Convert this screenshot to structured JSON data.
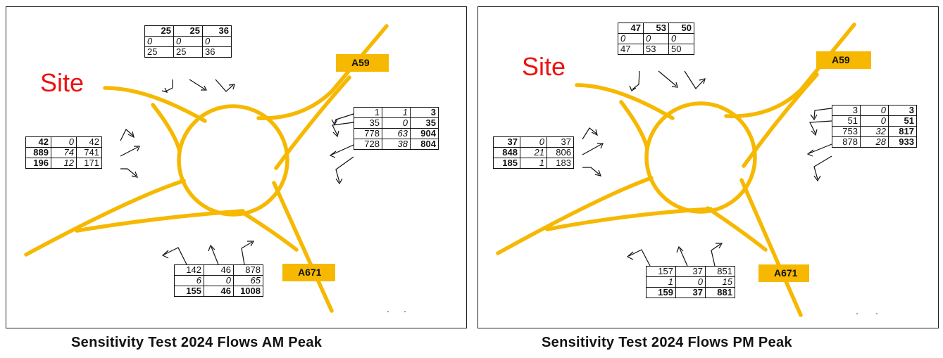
{
  "colors": {
    "road": "#f6b800",
    "site_label": "#ee1111",
    "plate": "#f6b800"
  },
  "panels": [
    {
      "site_label": "Site",
      "road_labels": [
        "A59",
        "A671"
      ],
      "caption": "Sensitivity Test 2024 Flows AM Peak",
      "north": {
        "rows": [
          [
            "25",
            "25",
            "36"
          ],
          [
            "0",
            "0",
            "0"
          ],
          [
            "25",
            "25",
            "36"
          ]
        ]
      },
      "east": {
        "rows": [
          [
            "1",
            "1",
            "3"
          ],
          [
            "35",
            "0",
            "35"
          ],
          [
            "778",
            "63",
            "904"
          ],
          [
            "728",
            "38",
            "804"
          ]
        ]
      },
      "west": {
        "rows": [
          [
            "42",
            "0",
            "42"
          ],
          [
            "889",
            "74",
            "741"
          ],
          [
            "196",
            "12",
            "171"
          ]
        ]
      },
      "south": {
        "rows": [
          [
            "142",
            "46",
            "878"
          ],
          [
            "6",
            "0",
            "65"
          ],
          [
            "155",
            "46",
            "1008"
          ]
        ]
      }
    },
    {
      "site_label": "Site",
      "road_labels": [
        "A59",
        "A671"
      ],
      "caption": "Sensitivity Test 2024 Flows PM Peak",
      "north": {
        "rows": [
          [
            "47",
            "53",
            "50"
          ],
          [
            "0",
            "0",
            "0"
          ],
          [
            "47",
            "53",
            "50"
          ]
        ]
      },
      "east": {
        "rows": [
          [
            "3",
            "0",
            "3"
          ],
          [
            "51",
            "0",
            "51"
          ],
          [
            "753",
            "32",
            "817"
          ],
          [
            "878",
            "28",
            "933"
          ]
        ]
      },
      "west": {
        "rows": [
          [
            "37",
            "0",
            "37"
          ],
          [
            "848",
            "21",
            "806"
          ],
          [
            "185",
            "1",
            "183"
          ]
        ]
      },
      "south": {
        "rows": [
          [
            "157",
            "37",
            "851"
          ],
          [
            "1",
            "0",
            "15"
          ],
          [
            "159",
            "37",
            "881"
          ]
        ]
      }
    }
  ]
}
